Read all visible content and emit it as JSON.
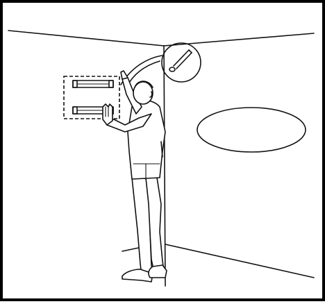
{
  "illustration": {
    "colors": {
      "line": "#111111",
      "background": "#ffffff",
      "frame": "#000000"
    },
    "icons": [
      "wall-mount-bracket",
      "ceiling-mount-detail",
      "person-installing"
    ]
  }
}
